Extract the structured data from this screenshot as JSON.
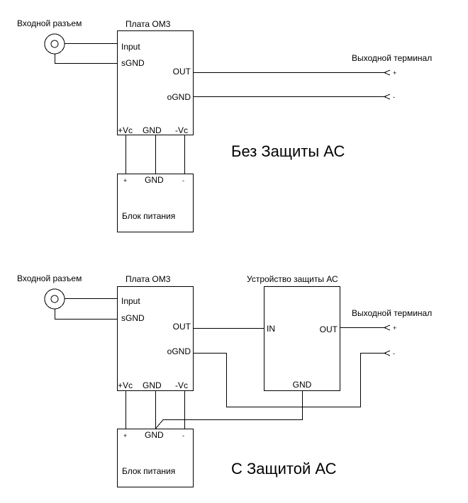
{
  "diagrams": [
    {
      "caption": "Без Защиты АС",
      "input_connector": {
        "label": "Входной разъем",
        "icon": "coaxial-connector-icon"
      },
      "board": {
        "title": "Плата ОМ3",
        "pins": {
          "input": "Input",
          "sgnd": "sGND",
          "out": "OUT",
          "ognd": "oGND",
          "vplus": "+Vc",
          "gnd": "GND",
          "vminus": "-Vc"
        }
      },
      "power_supply": {
        "title": "Блок питания",
        "pins": {
          "plus": "+",
          "gnd": "GND",
          "minus": "-"
        }
      },
      "output_terminal": {
        "label": "Выходной терминал",
        "plus": "+",
        "minus": "-"
      }
    },
    {
      "caption": "С Защитой АС",
      "input_connector": {
        "label": "Входной разъем",
        "icon": "coaxial-connector-icon"
      },
      "board": {
        "title": "Плата ОМ3",
        "pins": {
          "input": "Input",
          "sgnd": "sGND",
          "out": "OUT",
          "ognd": "oGND",
          "vplus": "+Vc",
          "gnd": "GND",
          "vminus": "-Vc"
        }
      },
      "protection_device": {
        "title": "Устройство защиты АС",
        "pins": {
          "in": "IN",
          "out": "OUT",
          "gnd": "GND"
        }
      },
      "power_supply": {
        "title": "Блок питания",
        "pins": {
          "plus": "+",
          "gnd": "GND",
          "minus": "-"
        }
      },
      "output_terminal": {
        "label": "Выходной терминал",
        "plus": "+",
        "minus": "-"
      }
    }
  ]
}
